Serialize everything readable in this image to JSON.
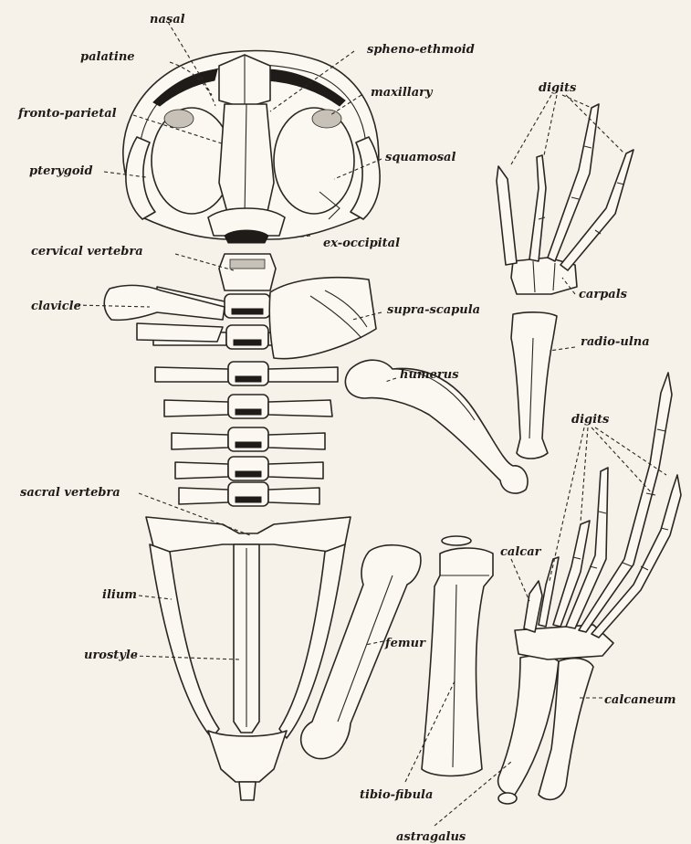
{
  "labels": {
    "nasal": "nasal",
    "palatine": "palatine",
    "spheno_ethmoid": "spheno-ethmoid",
    "maxillary": "maxillary",
    "fronto_parietal": "fronto-parietal",
    "squamosal": "squamosal",
    "pterygoid": "pterygoid",
    "cervical_vertebra": "cervical vertebra",
    "ex_occipital": "ex-occipital",
    "clavicle": "clavicle",
    "supra_scapula": "supra-scapula",
    "humerus": "humerus",
    "sacral_vertebra": "sacral vertebra",
    "ilium": "ilium",
    "urostyle": "urostyle",
    "femur": "femur",
    "tibio_fibula": "tibio-fibula",
    "astragalus": "astragalus",
    "digits_hand": "digits",
    "carpals": "carpals",
    "radio_ulna": "radio-ulna",
    "digits_foot": "digits",
    "calcar": "calcar",
    "calcaneum": "calcaneum"
  }
}
